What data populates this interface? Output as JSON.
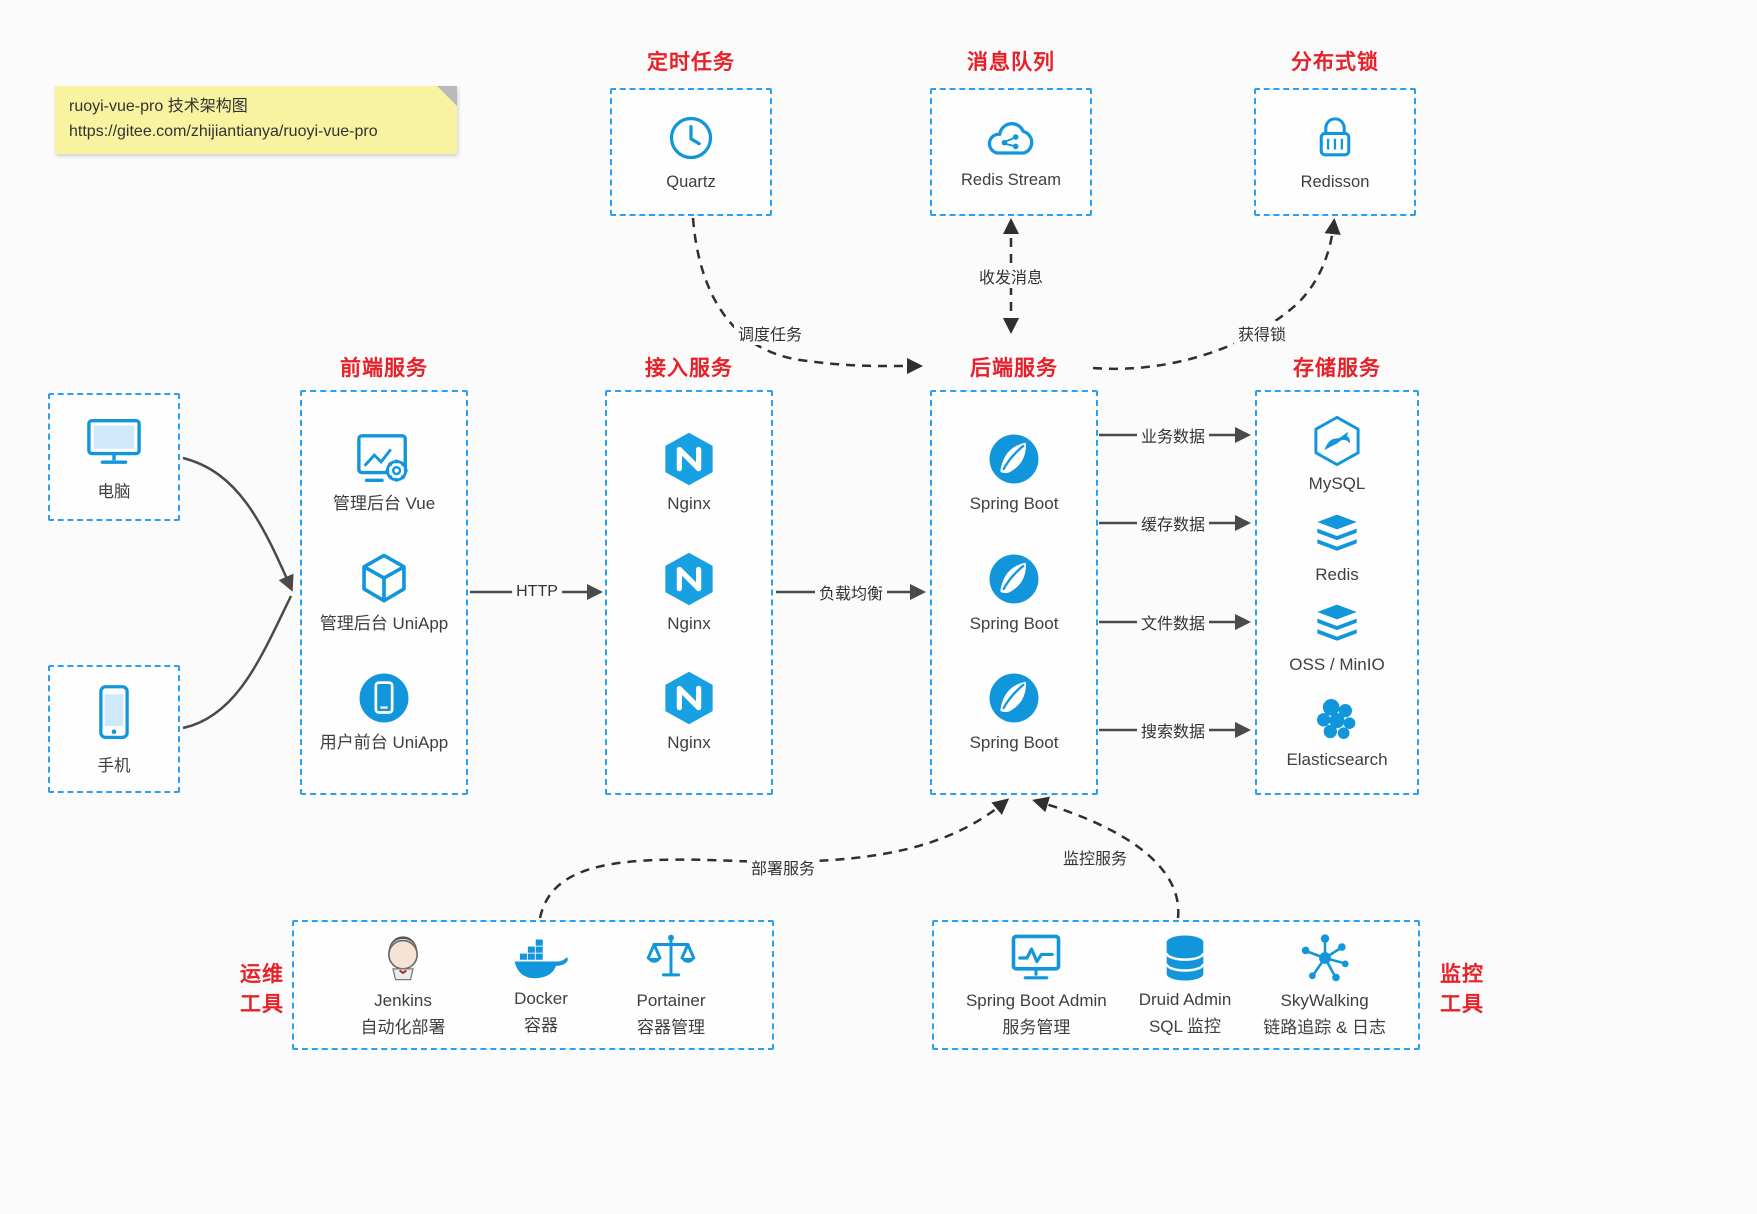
{
  "note": {
    "line1": "ruoyi-vue-pro 技术架构图",
    "line2": "https://gitee.com/zhijiantianya/ruoyi-vue-pro"
  },
  "top_services": [
    {
      "title": "定时任务",
      "label": "Quartz",
      "icon": "clock-icon"
    },
    {
      "title": "消息队列",
      "label": "Redis Stream",
      "icon": "cloud-share-icon"
    },
    {
      "title": "分布式锁",
      "label": "Redisson",
      "icon": "lock-icon"
    }
  ],
  "clients": [
    {
      "label": "电脑",
      "icon": "monitor-icon"
    },
    {
      "label": "手机",
      "icon": "phone-icon"
    }
  ],
  "columns": [
    {
      "title": "前端服务",
      "items": [
        {
          "label": "管理后台 Vue",
          "icon": "admin-vue-icon"
        },
        {
          "label": "管理后台 UniApp",
          "icon": "uniapp-cube-icon"
        },
        {
          "label": "用户前台 UniApp",
          "icon": "user-uniapp-icon"
        }
      ]
    },
    {
      "title": "接入服务",
      "items": [
        {
          "label": "Nginx",
          "icon": "nginx-icon"
        },
        {
          "label": "Nginx",
          "icon": "nginx-icon"
        },
        {
          "label": "Nginx",
          "icon": "nginx-icon"
        }
      ]
    },
    {
      "title": "后端服务",
      "items": [
        {
          "label": "Spring Boot",
          "icon": "spring-icon"
        },
        {
          "label": "Spring Boot",
          "icon": "spring-icon"
        },
        {
          "label": "Spring Boot",
          "icon": "spring-icon"
        }
      ]
    },
    {
      "title": "存储服务",
      "items": [
        {
          "label": "MySQL",
          "icon": "mysql-icon"
        },
        {
          "label": "Redis",
          "icon": "redis-stack-icon"
        },
        {
          "label": "OSS / MinIO",
          "icon": "oss-stack-icon"
        },
        {
          "label": "Elasticsearch",
          "icon": "elasticsearch-icon"
        }
      ]
    }
  ],
  "edges": {
    "http": "HTTP",
    "load_balance": "负载均衡",
    "business_data": "业务数据",
    "cache_data": "缓存数据",
    "file_data": "文件数据",
    "search_data": "搜索数据",
    "schedule_task": "调度任务",
    "send_receive_message": "收发消息",
    "acquire_lock": "获得锁",
    "deploy_service": "部署服务",
    "monitor_service": "监控服务"
  },
  "ops_tools": {
    "title_line1": "运维",
    "title_line2": "工具",
    "items": [
      {
        "name": "Jenkins",
        "desc": "自动化部署",
        "icon": "jenkins-icon"
      },
      {
        "name": "Docker",
        "desc": "容器",
        "icon": "docker-icon"
      },
      {
        "name": "Portainer",
        "desc": "容器管理",
        "icon": "portainer-icon"
      }
    ]
  },
  "monitor_tools": {
    "title_line1": "监控",
    "title_line2": "工具",
    "items": [
      {
        "name": "Spring Boot Admin",
        "desc": "服务管理",
        "icon": "spring-boot-admin-icon"
      },
      {
        "name": "Druid Admin",
        "desc": "SQL 监控",
        "icon": "druid-database-icon"
      },
      {
        "name": "SkyWalking",
        "desc": "链路追踪 & 日志",
        "icon": "skywalking-icon"
      }
    ]
  },
  "colors": {
    "accent_blue": "#1296db",
    "border_blue": "#2b9ff0",
    "title_red": "#e62129"
  }
}
